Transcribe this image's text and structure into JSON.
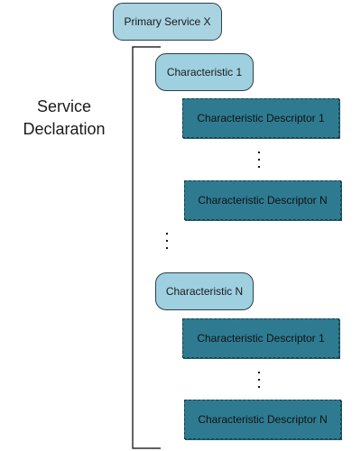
{
  "diagram": {
    "service": {
      "label": "Primary Service X"
    },
    "declaration_label": [
      "Service",
      "Declaration"
    ],
    "characteristics": [
      {
        "label": "Characteristic 1",
        "descriptors": [
          "Characteristic Descriptor 1",
          "Characteristic Descriptor N"
        ]
      },
      {
        "label": "Characteristic N",
        "descriptors": [
          "Characteristic Descriptor 1",
          "Characteristic Descriptor N"
        ]
      }
    ],
    "colors": {
      "service_fill": "#a9d3e1",
      "characteristic_fill": "#9fd0e0",
      "descriptor_fill": "#2e7b91",
      "outline": "#2f3f47",
      "bracket": "#000000"
    }
  }
}
